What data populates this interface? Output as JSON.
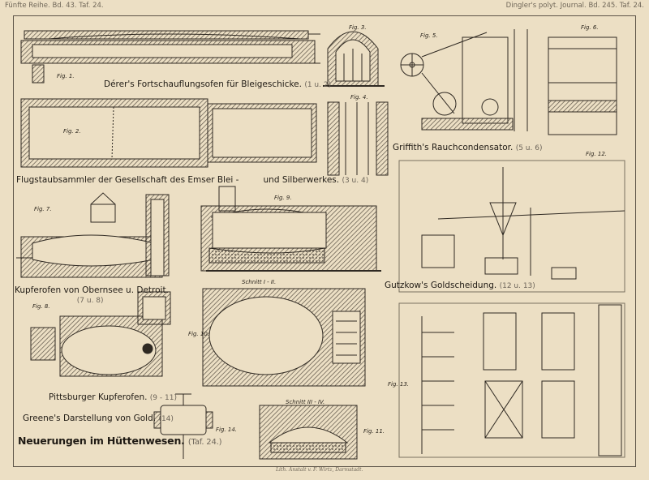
{
  "header": {
    "left": "Fünfte Reihe. Bd. 43. Taf. 24.",
    "right": "Dingler's polyt. Journal. Bd. 245. Taf. 24."
  },
  "captions": {
    "derer": "Dérer's Fortschauflungsofen für Bleigeschicke.",
    "derer_ref": "(1 u. 2)",
    "flug1": "Flugstaubsammler der Gesellschaft des Emser Blei -",
    "flug2": "und Silberwerkes.",
    "flug_ref": "(3 u. 4)",
    "griffith": "Griffith's Rauchcondensator.",
    "griffith_ref": "(5 u. 6)",
    "kupfer": "Kupferofen von Obernsee u. Detroit.",
    "kupfer_ref": "(7 u. 8)",
    "gutzkow": "Gutzkow's Goldscheidung.",
    "gutzkow_ref": "(12 u. 13)",
    "pitts": "Pittsburger Kupferofen.",
    "pitts_ref": "(9 - 11)",
    "greene": "Greene's Darstellung von Gold.",
    "greene_ref": "(14)",
    "neuerungen": "Neuerungen im Hüttenwesen.",
    "neuerungen_ref": "(Taf. 24.)"
  },
  "figures": {
    "f1": "Fig. 1.",
    "f2": "Fig. 2.",
    "f3": "Fig. 3.",
    "f4": "Fig. 4.",
    "f5": "Fig. 5.",
    "f6": "Fig. 6.",
    "f7": "Fig. 7.",
    "f8": "Fig. 8.",
    "f9": "Fig. 9.",
    "f10": "Fig. 10.",
    "f11": "Fig. 11.",
    "f12": "Fig. 12.",
    "f13": "Fig. 13.",
    "f14": "Fig. 14.",
    "schnitt1": "Schnitt I - II.",
    "schnitt2": "Schnitt III - IV."
  },
  "footer": "Lith. Anstalt v. F. Wirtz, Darmstadt."
}
